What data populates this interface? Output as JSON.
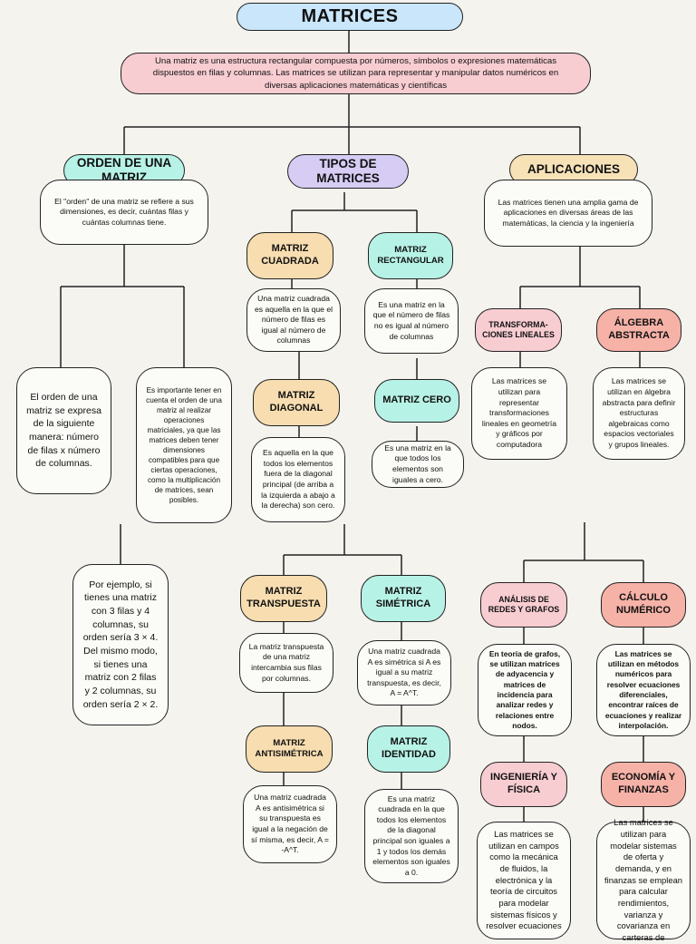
{
  "title": "MATRICES",
  "definition": "Una matriz es una estructura rectangular compuesta por números, símbolos o expresiones matemáticas dispuestos en filas y columnas. Las matrices se utilizan para representar y manipular datos numéricos en diversas aplicaciones matemáticas y científicas",
  "orden": {
    "label": "ORDEN DE UNA MATRIZ",
    "desc": "El \"orden\" de una matriz se refiere a sus dimensiones, es decir, cuántas filas y cuántas columnas tiene.",
    "expresa": "El orden de una matriz se expresa de la siguiente manera: número de filas x número de columnas.",
    "importante": "Es importante tener en cuenta el orden de una matriz al realizar operaciones matriciales, ya que las matrices deben tener dimensiones compatibles para que ciertas operaciones, como la multiplicación de matrices, sean posibles.",
    "ejemplo": "Por ejemplo, si tienes una matriz con 3 filas y 4 columnas, su orden sería 3 × 4. Del mismo modo, si tienes una matriz con 2 filas y 2 columnas, su orden sería 2 × 2."
  },
  "tipos": {
    "label": "TIPOS DE MATRICES",
    "cuadrada": {
      "label": "MATRIZ CUADRADA",
      "desc": "Una matriz cuadrada es aquella en la que el número de filas es igual al número de columnas"
    },
    "rectangular": {
      "label": "MATRIZ RECTANGULAR",
      "desc": "Es una matriz en la que el número de filas no es igual al número de columnas"
    },
    "diagonal": {
      "label": "MATRIZ DIAGONAL",
      "desc": "Es aquella en la que todos los elementos fuera de la diagonal principal (de arriba a la izquierda a abajo a la derecha) son cero."
    },
    "cero": {
      "label": "MATRIZ CERO",
      "desc": "Es una matriz en la que todos los elementos son iguales a cero."
    },
    "transpuesta": {
      "label": "MATRIZ TRANSPUESTA",
      "desc": "La matriz transpuesta de una matriz intercambia sus filas por columnas."
    },
    "simetrica": {
      "label": "MATRIZ SIMÉTRICA",
      "desc": "Una matriz cuadrada A es simétrica si A es igual a su matriz transpuesta, es decir, A = A^T."
    },
    "antisimetrica": {
      "label": "MATRIZ ANTISIMÉTRICA",
      "desc": "Una matriz cuadrada A es antisimétrica si su transpuesta es igual a la negación de sí misma, es decir, A = -A^T."
    },
    "identidad": {
      "label": "MATRIZ IDENTIDAD",
      "desc": "Es una matriz cuadrada en la que todos los elementos de la diagonal principal son iguales a 1 y todos los demás elementos son iguales a 0."
    }
  },
  "aplicaciones": {
    "label": "APLICACIONES",
    "desc": "Las matrices tienen una amplia gama de aplicaciones en diversas áreas de las matemáticas, la ciencia y la ingeniería",
    "transformaciones": {
      "label": "TRANSFORMA-CIONES LINEALES",
      "desc": "Las matrices se utilizan para representar transformaciones lineales en geometría y gráficos por computadora"
    },
    "algebra": {
      "label": "ÁLGEBRA ABSTRACTA",
      "desc": "Las matrices se utilizan en álgebra abstracta para definir estructuras algebraicas como espacios vectoriales y grupos lineales."
    },
    "redes": {
      "label": "ANÁLISIS DE REDES Y GRAFOS",
      "desc": "En teoría de grafos, se utilizan matrices de adyacencia y matrices de incidencia para analizar redes y relaciones entre nodos."
    },
    "calculo": {
      "label": "CÁLCULO NUMÉRICO",
      "desc": "Las matrices se utilizan en métodos numéricos para resolver ecuaciones diferenciales, encontrar raíces de ecuaciones y realizar interpolación."
    },
    "ingenieria": {
      "label": "INGENIERÍA Y FÍSICA",
      "desc": "Las matrices se utilizan en campos como la mecánica de fluidos, la electrónica y la teoría de circuitos para modelar sistemas físicos y resolver ecuaciones"
    },
    "economia": {
      "label": "ECONOMÍA Y FINANZAS",
      "desc": "Las matrices se utilizan para modelar sistemas de oferta y demanda, y en finanzas se emplean para calcular rendimientos, varianza y covarianza en carteras de"
    }
  }
}
